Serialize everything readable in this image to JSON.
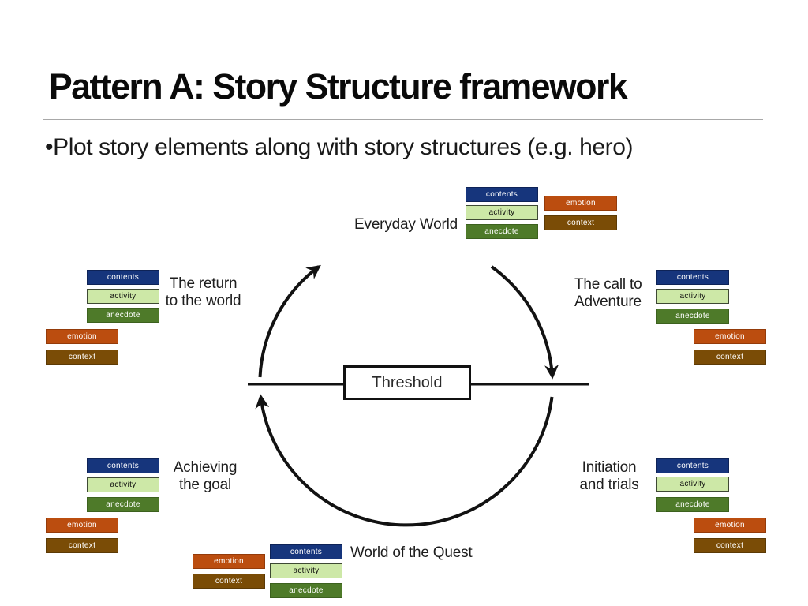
{
  "slide": {
    "title": "Pattern A: Story Structure framework",
    "bullet": "•Plot story elements along with story structures (e.g. hero)"
  },
  "diagram": {
    "threshold": "Threshold",
    "box_labels": {
      "contents": "contents",
      "activity": "activity",
      "anecdote": "anecdote",
      "emotion": "emotion",
      "context": "context"
    },
    "stages": {
      "everyday_world": {
        "lines": [
          "Everyday World"
        ]
      },
      "call_to_adventure": {
        "lines": [
          "The call to",
          "Adventure"
        ]
      },
      "initiation_and_trials": {
        "lines": [
          "Initiation",
          "and trials"
        ]
      },
      "world_of_the_quest": {
        "lines": [
          "World of the Quest"
        ]
      },
      "achieving_the_goal": {
        "lines": [
          "Achieving",
          "the goal"
        ]
      },
      "return_to_world": {
        "lines": [
          "The return",
          "to the world"
        ]
      }
    },
    "colors": {
      "contents": "#16357c",
      "activity_fill": "#cde8a7",
      "anecdote": "#4e7a29",
      "emotion": "#bb4d0f",
      "context": "#7a4c06",
      "stroke": "#121212"
    }
  }
}
